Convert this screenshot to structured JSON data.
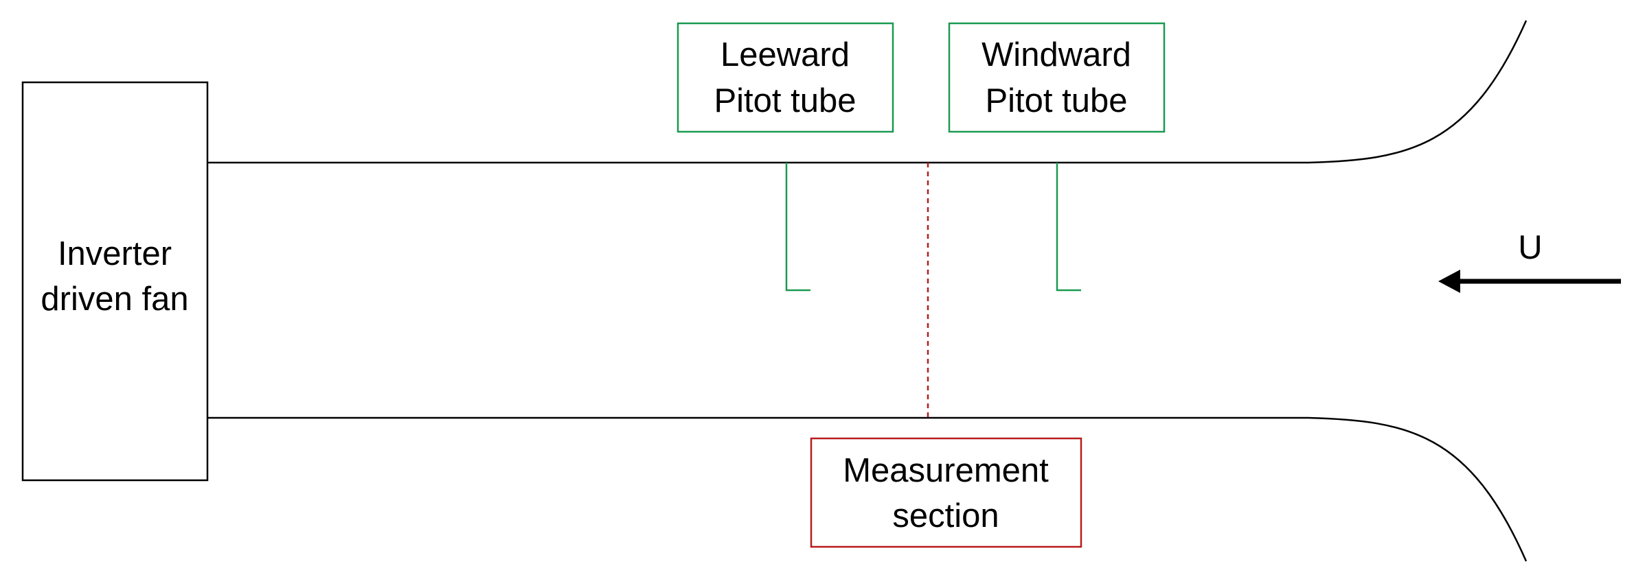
{
  "fan": {
    "line1": "Inverter",
    "line2": "driven fan"
  },
  "leeward_pitot": {
    "line1": "Leeward",
    "line2": "Pitot tube"
  },
  "windward_pitot": {
    "line1": "Windward",
    "line2": "Pitot tube"
  },
  "measurement": {
    "line1": "Measurement",
    "line2": "section"
  },
  "flow": {
    "label": "U"
  },
  "colors": {
    "outline": "#000000",
    "pitot": "#1a9a50",
    "measurement": "#b71c1c"
  }
}
